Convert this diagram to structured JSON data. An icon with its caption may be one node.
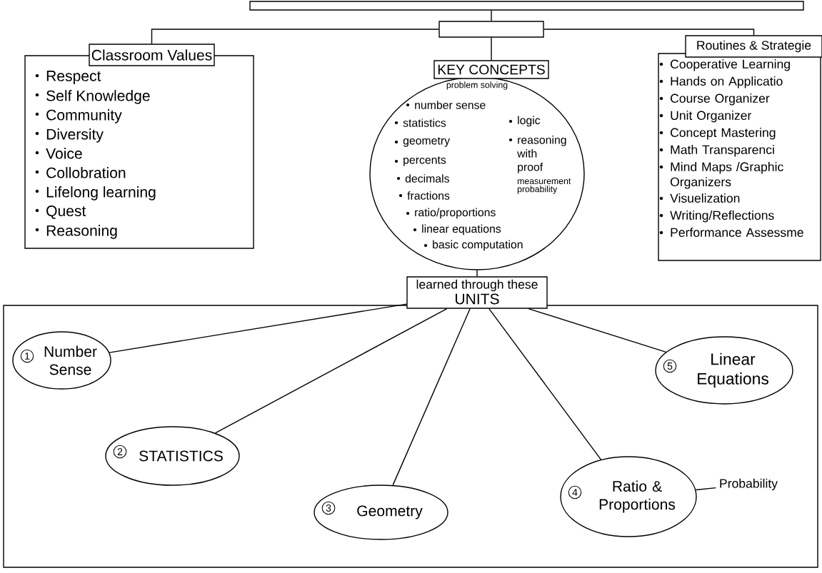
{
  "diagram": {
    "nodes": [
      {
        "text": [],
        "shape": "box"
      },
      {
        "text": [],
        "shape": "box"
      },
      {
        "text": [
          "Classroom Values"
        ]
      },
      {
        "text": [
          "Respect",
          "Self Knowledge",
          "Community",
          "Diversity",
          "Voice",
          "Collobration",
          "Lifelong learning",
          "Quest",
          "Reasoning"
        ]
      },
      {
        "text": [
          "KEY CONCEPTS"
        ]
      },
      {
        "text": [
          "problem solving",
          "number sense",
          "statistics",
          "geometry",
          "percents",
          "decimals",
          "fractions",
          "ratio/proportions",
          "linear equations",
          "basic computation",
          "logic",
          "reasoning with proof",
          "measurement",
          "probability"
        ]
      },
      {
        "text": [
          "Routines & Strategie"
        ]
      },
      {
        "text": [
          "Cooperative Learning",
          "Hands on Applicatio",
          "Course Organizer",
          "Unit Organizer",
          "Concept Mastering",
          "Math Transparenci",
          "Mind Maps /Graphic Organizers",
          "Visuelization",
          "Writing/Reflections",
          "Performance Assessme"
        ]
      },
      {
        "text": [
          "learned through these",
          "UNITS"
        ]
      },
      {
        "text": [],
        "shape": "box"
      },
      {
        "text": [
          "1",
          "Number Sense"
        ],
        "in": 9
      },
      {
        "text": [
          "2",
          "STATISTICS"
        ],
        "in": 9
      },
      {
        "text": [
          "3",
          "Geometry"
        ],
        "in": 9
      },
      {
        "text": [
          "4",
          "Ratio & Proportions"
        ],
        "in": 9
      },
      {
        "text": [
          "5",
          "Linear Equations"
        ],
        "in": 9
      },
      {
        "text": [
          "Probability"
        ],
        "in": 9
      }
    ],
    "edges": [
      {
        "from": 0,
        "to": 1,
        "arrow": "none"
      },
      {
        "from": 1,
        "to": 2,
        "arrow": "none"
      },
      {
        "from": 1,
        "to": 4,
        "arrow": "none"
      },
      {
        "from": 1,
        "to": 6,
        "arrow": "none"
      },
      {
        "from": 5,
        "to": 8,
        "arrow": "none"
      },
      {
        "from": 8,
        "to": 10,
        "arrow": "none"
      },
      {
        "from": 8,
        "to": 11,
        "arrow": "none"
      },
      {
        "from": 8,
        "to": 12,
        "arrow": "none"
      },
      {
        "from": 8,
        "to": 13,
        "arrow": "none"
      },
      {
        "from": 8,
        "to": 14,
        "arrow": "none"
      },
      {
        "from": 15,
        "to": 13,
        "arrow": "none"
      }
    ]
  }
}
